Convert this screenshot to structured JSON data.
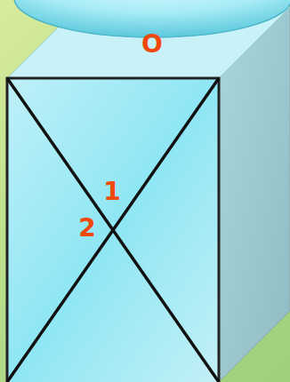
{
  "diagram": {
    "labels": [
      "O",
      "1",
      "2"
    ]
  }
}
